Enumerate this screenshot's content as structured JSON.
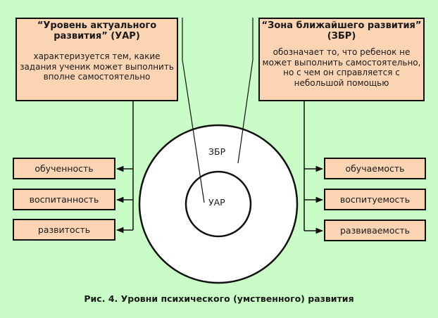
{
  "colors": {
    "background": "#c9fcc6",
    "box_fill": "#fbd4b4",
    "stroke": "#111111",
    "circle_fill": "#ffffff"
  },
  "uar_box": {
    "title": "“Уровень актуального развития” (УАР)",
    "description": "характеризуется тем, какие задания ученик может выполнить вполне самостоятельно"
  },
  "zbr_box": {
    "title": "“Зона ближайшего развития” (ЗБР)",
    "description": "обозначает то, что ребенок не может выполнить самостоятельно, но с чем он справляется с небольшой помощью"
  },
  "left_items": [
    "обученность",
    "воспитанность",
    "развитость"
  ],
  "right_items": [
    "обучаемость",
    "воспитуемость",
    "развиваемость"
  ],
  "circles": {
    "outer_label": "ЗБР",
    "inner_label": "УАР"
  },
  "caption": "Рис. 4. Уровни психического (умственного) развития"
}
